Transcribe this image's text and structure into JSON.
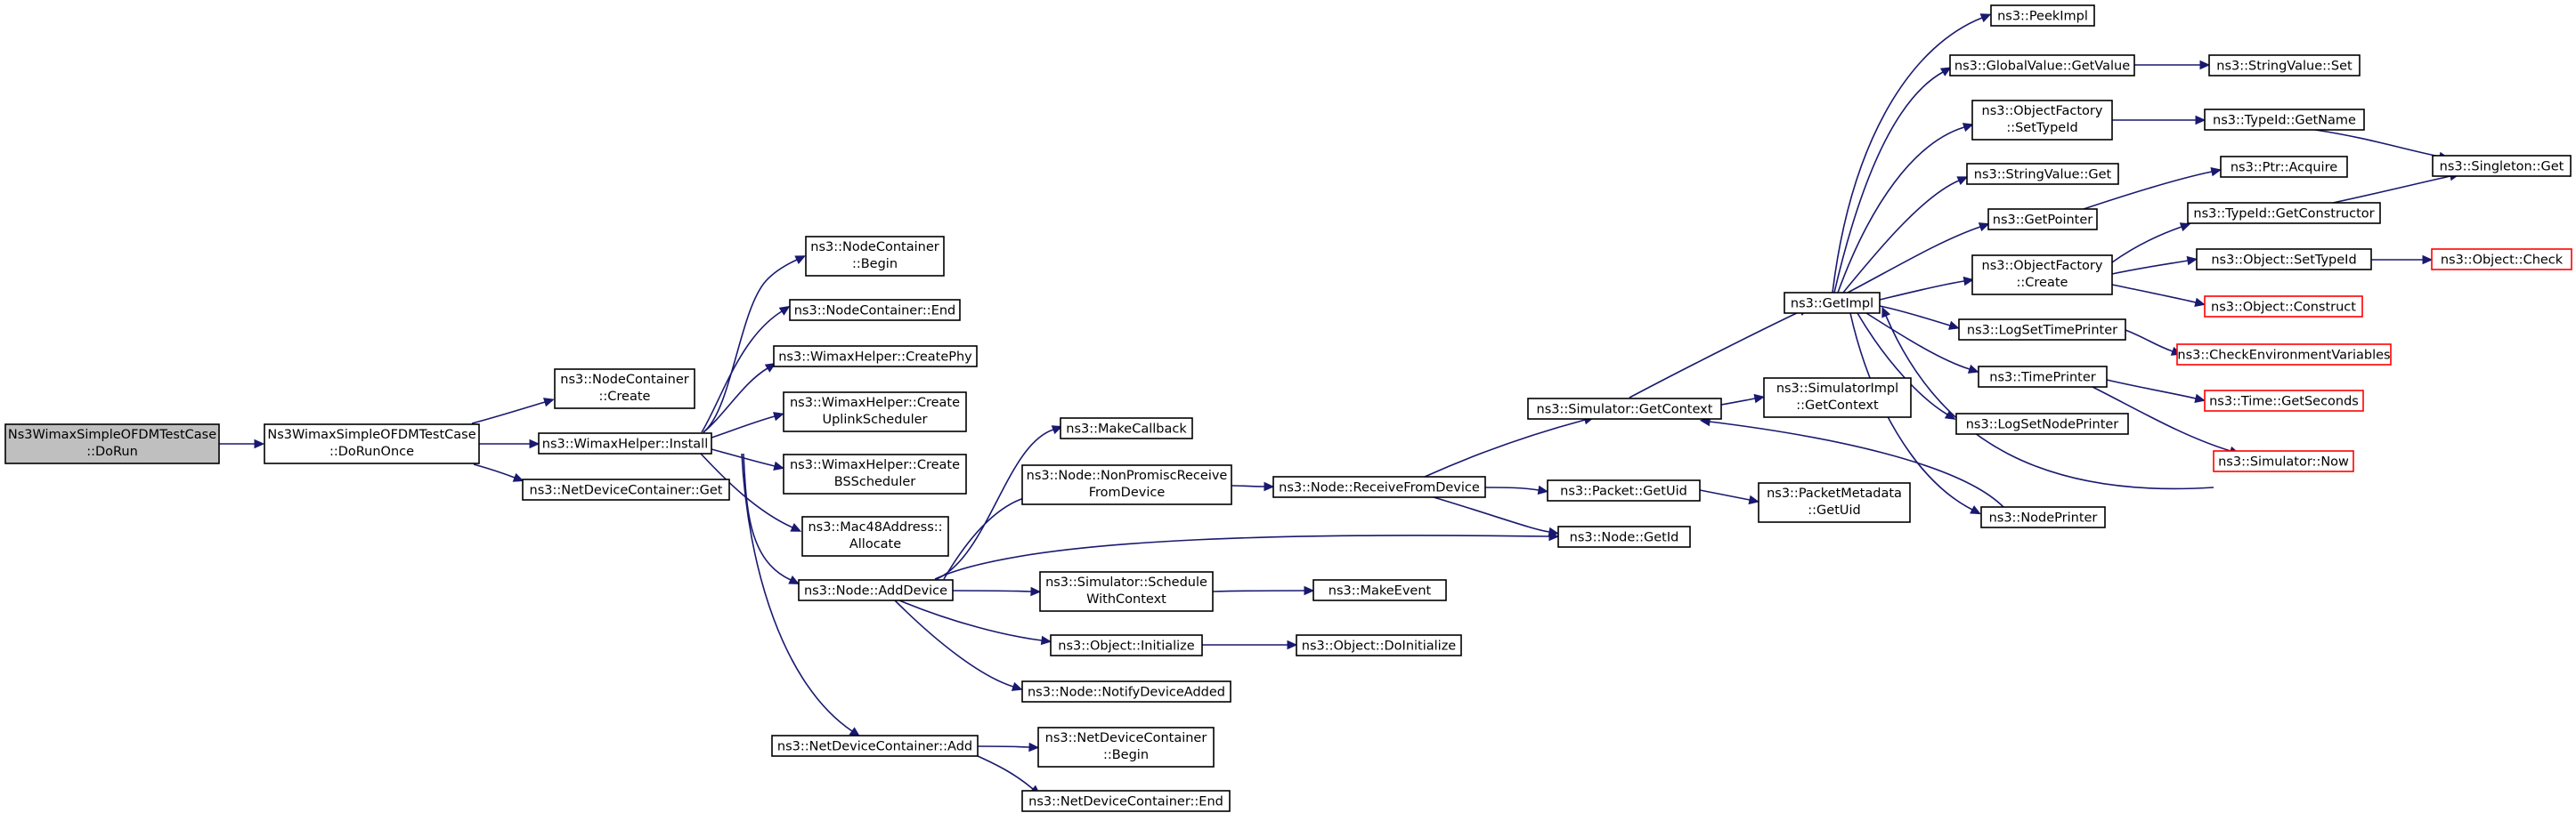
{
  "nodes": [
    {
      "id": "dorun",
      "lines": [
        "Ns3WimaxSimpleOFDMTestCase",
        "::DoRun"
      ],
      "style": "root"
    },
    {
      "id": "dorunonce",
      "lines": [
        "Ns3WimaxSimpleOFDMTestCase",
        "::DoRunOnce"
      ]
    },
    {
      "id": "nc_create",
      "lines": [
        "ns3::NodeContainer",
        "::Create"
      ]
    },
    {
      "id": "wh_install",
      "lines": [
        "ns3::WimaxHelper::Install"
      ]
    },
    {
      "id": "ndc_get",
      "lines": [
        "ns3::NetDeviceContainer::Get"
      ]
    },
    {
      "id": "nc_begin",
      "lines": [
        "ns3::NodeContainer",
        "::Begin"
      ]
    },
    {
      "id": "nc_end",
      "lines": [
        "ns3::NodeContainer::End"
      ]
    },
    {
      "id": "wh_createphy",
      "lines": [
        "ns3::WimaxHelper::CreatePhy"
      ]
    },
    {
      "id": "wh_upsched",
      "lines": [
        "ns3::WimaxHelper::Create",
        "UplinkScheduler"
      ]
    },
    {
      "id": "wh_bssched",
      "lines": [
        "ns3::WimaxHelper::Create",
        "BSScheduler"
      ]
    },
    {
      "id": "mac48",
      "lines": [
        "ns3::Mac48Address::",
        "Allocate"
      ]
    },
    {
      "id": "node_adddevice",
      "lines": [
        "ns3::Node::AddDevice"
      ]
    },
    {
      "id": "ndc_add",
      "lines": [
        "ns3::NetDeviceContainer::Add"
      ]
    },
    {
      "id": "makecallback",
      "lines": [
        "ns3::MakeCallback"
      ]
    },
    {
      "id": "node_nonpromisc",
      "lines": [
        "ns3::Node::NonPromiscReceive",
        "FromDevice"
      ]
    },
    {
      "id": "sim_schedwc",
      "lines": [
        "ns3::Simulator::Schedule",
        "WithContext"
      ]
    },
    {
      "id": "obj_initialize",
      "lines": [
        "ns3::Object::Initialize"
      ]
    },
    {
      "id": "node_notify",
      "lines": [
        "ns3::Node::NotifyDeviceAdded"
      ]
    },
    {
      "id": "ndc_begin",
      "lines": [
        "ns3::NetDeviceContainer",
        "::Begin"
      ]
    },
    {
      "id": "ndc_end",
      "lines": [
        "ns3::NetDeviceContainer::End"
      ]
    },
    {
      "id": "node_recvfrom",
      "lines": [
        "ns3::Node::ReceiveFromDevice"
      ]
    },
    {
      "id": "makeevent",
      "lines": [
        "ns3::MakeEvent"
      ]
    },
    {
      "id": "obj_doinit",
      "lines": [
        "ns3::Object::DoInitialize"
      ]
    },
    {
      "id": "sim_getcontext",
      "lines": [
        "ns3::Simulator::GetContext"
      ]
    },
    {
      "id": "pkt_getuid",
      "lines": [
        "ns3::Packet::GetUid"
      ]
    },
    {
      "id": "node_getid",
      "lines": [
        "ns3::Node::GetId"
      ]
    },
    {
      "id": "simimpl_getctx",
      "lines": [
        "ns3::SimulatorImpl",
        "::GetContext"
      ]
    },
    {
      "id": "pktmeta_getuid",
      "lines": [
        "ns3::PacketMetadata",
        "::GetUid"
      ]
    },
    {
      "id": "getimpl",
      "lines": [
        "ns3::GetImpl"
      ]
    },
    {
      "id": "peekimpl",
      "lines": [
        "ns3::PeekImpl"
      ]
    },
    {
      "id": "gv_getvalue",
      "lines": [
        "ns3::GlobalValue::GetValue"
      ]
    },
    {
      "id": "of_settypeid",
      "lines": [
        "ns3::ObjectFactory",
        "::SetTypeId"
      ]
    },
    {
      "id": "sv_get",
      "lines": [
        "ns3::StringValue::Get"
      ]
    },
    {
      "id": "getpointer",
      "lines": [
        "ns3::GetPointer"
      ]
    },
    {
      "id": "of_create",
      "lines": [
        "ns3::ObjectFactory",
        "::Create"
      ]
    },
    {
      "id": "logsettime",
      "lines": [
        "ns3::LogSetTimePrinter"
      ]
    },
    {
      "id": "timeprinter",
      "lines": [
        "ns3::TimePrinter"
      ]
    },
    {
      "id": "logsetnode",
      "lines": [
        "ns3::LogSetNodePrinter"
      ]
    },
    {
      "id": "nodeprinter",
      "lines": [
        "ns3::NodePrinter"
      ]
    },
    {
      "id": "sv_set",
      "lines": [
        "ns3::StringValue::Set"
      ]
    },
    {
      "id": "typeid_getname",
      "lines": [
        "ns3::TypeId::GetName"
      ]
    },
    {
      "id": "ptr_acquire",
      "lines": [
        "ns3::Ptr::Acquire"
      ]
    },
    {
      "id": "typeid_getctor",
      "lines": [
        "ns3::TypeId::GetConstructor"
      ]
    },
    {
      "id": "obj_settypeid",
      "lines": [
        "ns3::Object::SetTypeId"
      ]
    },
    {
      "id": "obj_construct",
      "lines": [
        "ns3::Object::Construct"
      ],
      "style": "trunc"
    },
    {
      "id": "checkenv",
      "lines": [
        "ns3::CheckEnvironmentVariables"
      ],
      "style": "trunc"
    },
    {
      "id": "time_getseconds",
      "lines": [
        "ns3::Time::GetSeconds"
      ],
      "style": "trunc"
    },
    {
      "id": "sim_now",
      "lines": [
        "ns3::Simulator::Now"
      ],
      "style": "trunc"
    },
    {
      "id": "singleton_get",
      "lines": [
        "ns3::Singleton::Get"
      ]
    },
    {
      "id": "obj_check",
      "lines": [
        "ns3::Object::Check"
      ],
      "style": "trunc"
    }
  ],
  "edges": [
    [
      "dorun",
      "dorunonce"
    ],
    [
      "dorunonce",
      "nc_create"
    ],
    [
      "dorunonce",
      "wh_install"
    ],
    [
      "dorunonce",
      "ndc_get"
    ],
    [
      "wh_install",
      "nc_begin"
    ],
    [
      "wh_install",
      "nc_end"
    ],
    [
      "wh_install",
      "wh_createphy"
    ],
    [
      "wh_install",
      "wh_upsched"
    ],
    [
      "wh_install",
      "wh_bssched"
    ],
    [
      "wh_install",
      "mac48"
    ],
    [
      "wh_install",
      "node_adddevice"
    ],
    [
      "wh_install",
      "ndc_add"
    ],
    [
      "node_adddevice",
      "makecallback"
    ],
    [
      "node_adddevice",
      "node_nonpromisc"
    ],
    [
      "node_adddevice",
      "node_getid"
    ],
    [
      "node_adddevice",
      "sim_schedwc"
    ],
    [
      "node_adddevice",
      "obj_initialize"
    ],
    [
      "node_adddevice",
      "node_notify"
    ],
    [
      "ndc_add",
      "ndc_begin"
    ],
    [
      "ndc_add",
      "ndc_end"
    ],
    [
      "node_nonpromisc",
      "node_recvfrom"
    ],
    [
      "sim_schedwc",
      "makeevent"
    ],
    [
      "obj_initialize",
      "obj_doinit"
    ],
    [
      "node_recvfrom",
      "sim_getcontext"
    ],
    [
      "node_recvfrom",
      "pkt_getuid"
    ],
    [
      "node_recvfrom",
      "node_getid"
    ],
    [
      "sim_getcontext",
      "getimpl"
    ],
    [
      "sim_getcontext",
      "simimpl_getctx"
    ],
    [
      "pkt_getuid",
      "pktmeta_getuid"
    ],
    [
      "getimpl",
      "peekimpl"
    ],
    [
      "getimpl",
      "gv_getvalue"
    ],
    [
      "getimpl",
      "of_settypeid"
    ],
    [
      "getimpl",
      "sv_get"
    ],
    [
      "getimpl",
      "getpointer"
    ],
    [
      "getimpl",
      "of_create"
    ],
    [
      "getimpl",
      "logsettime"
    ],
    [
      "getimpl",
      "timeprinter"
    ],
    [
      "getimpl",
      "logsetnode"
    ],
    [
      "getimpl",
      "nodeprinter"
    ],
    [
      "nodeprinter",
      "sim_getcontext"
    ],
    [
      "sim_now",
      "getimpl"
    ],
    [
      "gv_getvalue",
      "sv_set"
    ],
    [
      "of_settypeid",
      "typeid_getname"
    ],
    [
      "typeid_getname",
      "singleton_get"
    ],
    [
      "getpointer",
      "ptr_acquire"
    ],
    [
      "of_create",
      "typeid_getctor"
    ],
    [
      "of_create",
      "obj_settypeid"
    ],
    [
      "of_create",
      "obj_construct"
    ],
    [
      "typeid_getctor",
      "singleton_get"
    ],
    [
      "obj_settypeid",
      "obj_check"
    ],
    [
      "logsettime",
      "checkenv"
    ],
    [
      "timeprinter",
      "time_getseconds"
    ],
    [
      "timeprinter",
      "sim_now"
    ]
  ]
}
